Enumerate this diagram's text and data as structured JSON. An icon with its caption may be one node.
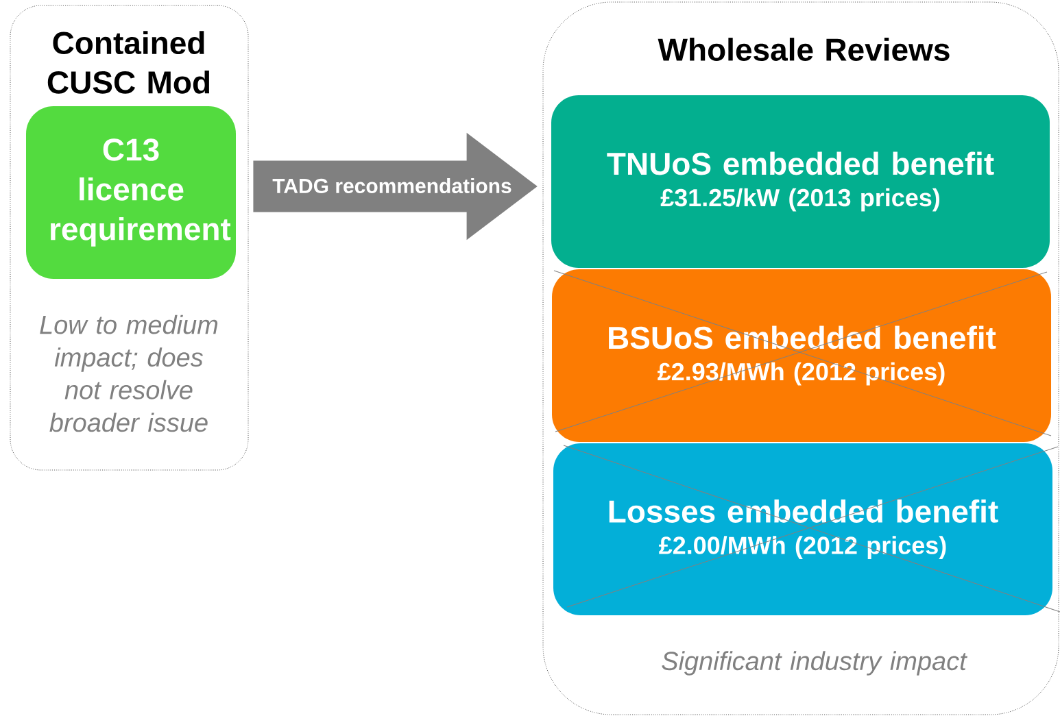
{
  "diagram": {
    "nodes": [
      {
        "text": [
          "Contained CUSC Mod",
          "Low to medium impact; does not resolve broader issue"
        ]
      },
      {
        "text": [
          "C13 licence requirement"
        ],
        "in": 0
      },
      {
        "text": [
          "Wholesale Reviews",
          "Significant industry impact"
        ]
      },
      {
        "text": [
          "TNUoS embedded benefit",
          "£31.25/kW (2013 prices)"
        ],
        "in": 2
      },
      {
        "text": [
          "BSUoS embedded benefit",
          "£2.93/MWh (2012 prices)"
        ],
        "in": 2
      },
      {
        "text": [
          "Losses embedded benefit",
          "£2.00/MWh (2012 prices)"
        ],
        "in": 2
      }
    ],
    "edges": [
      {
        "from": 0,
        "to": 2,
        "arrow": "to",
        "label": "TADG recommendations"
      }
    ]
  }
}
